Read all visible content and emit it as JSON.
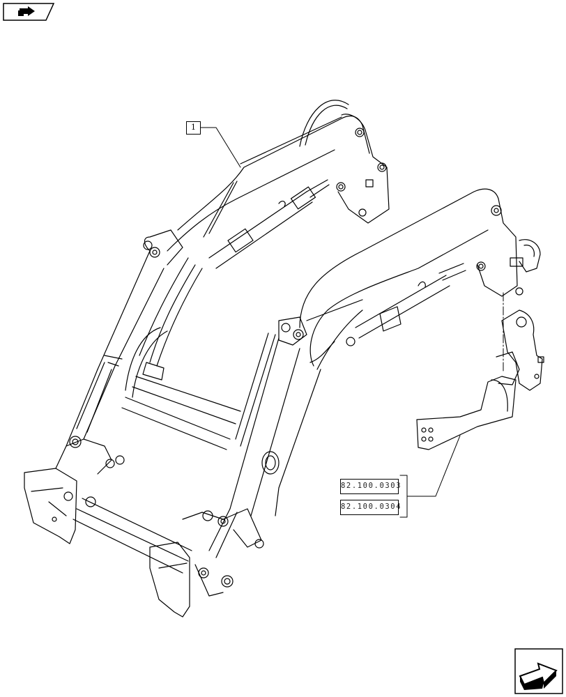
{
  "item_callout": {
    "label": "1"
  },
  "references": [
    {
      "code": "82.100.0303"
    },
    {
      "code": "82.100.0304"
    }
  ],
  "icons": {
    "top_left": "previous-page-arrow-icon",
    "bottom_right": "next-page-arrow-icon"
  },
  "colors": {
    "line": "#000000",
    "background": "#ffffff"
  }
}
